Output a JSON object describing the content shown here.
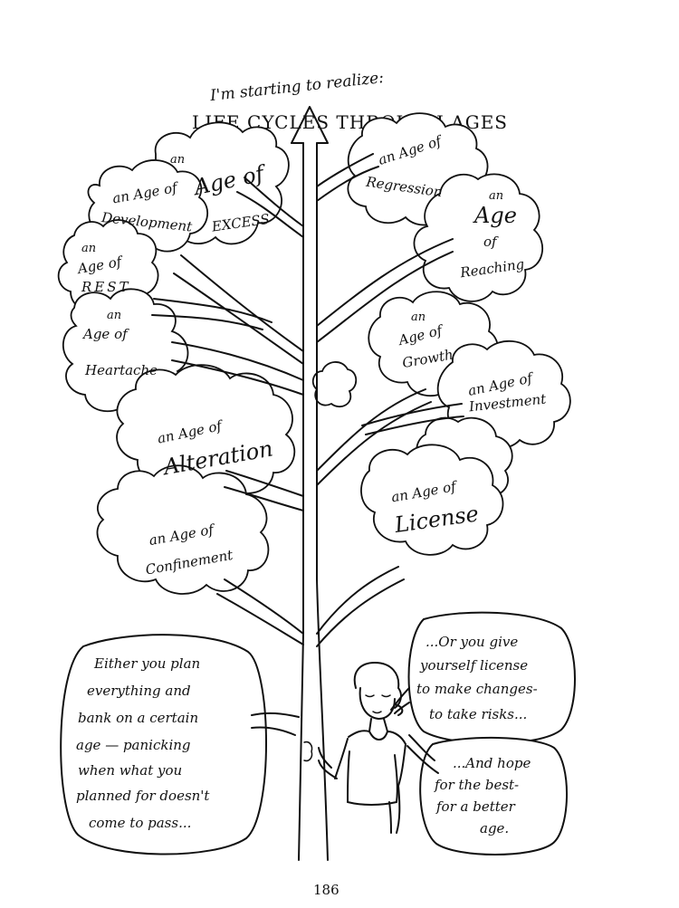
{
  "title": {
    "line1": "I'm starting to realize:",
    "line2": "LIFE CYCLES THROUGH AGES"
  },
  "ages": {
    "excess": {
      "an": "an",
      "main": "Age of",
      "sub": "EXCESS"
    },
    "development": {
      "l1": "an Age of",
      "l2": "Development"
    },
    "rest": {
      "an": "an",
      "l1": "Age of",
      "l2": "REST"
    },
    "heartache": {
      "an": "an",
      "l1": "Age of",
      "l2": "Heartache"
    },
    "alteration": {
      "l1": "an Age of",
      "l2": "Alteration"
    },
    "confinement": {
      "l1": "an Age of",
      "l2": "Confinement"
    },
    "regression": {
      "l1": "an Age of",
      "l2": "Regression"
    },
    "reaching": {
      "an": "an",
      "l1": "Age",
      "l2": "of",
      "l3": "Reaching"
    },
    "growth": {
      "an": "an",
      "l1": "Age of",
      "l2": "Growth"
    },
    "investment": {
      "l1": "an Age of",
      "l2": "Investment"
    },
    "license": {
      "l1": "an Age of",
      "l2": "License"
    }
  },
  "bubbles": {
    "left": [
      "Either you plan",
      "everything and",
      "bank on a certain",
      "age — panicking",
      "when what you",
      "planned for doesn't",
      "come to pass..."
    ],
    "right_top": [
      "...Or you give",
      "yourself license",
      "to make changes-",
      "to take risks..."
    ],
    "right_bottom": [
      "...And hope",
      "for the best-",
      "for a better",
      "age."
    ]
  },
  "page_number": "186"
}
